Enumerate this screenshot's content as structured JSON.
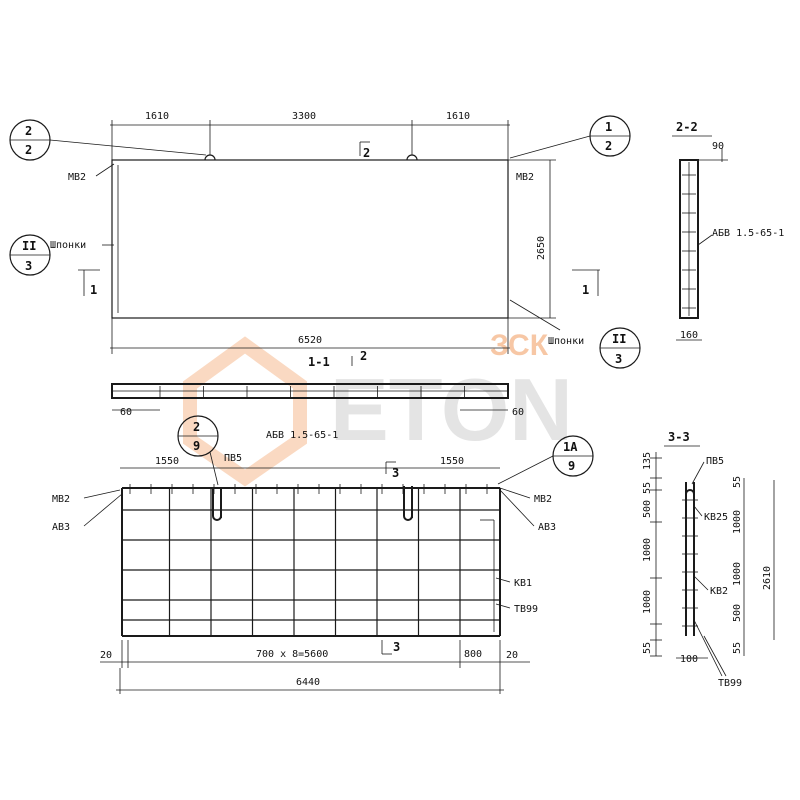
{
  "watermark": {
    "brand": "ETON",
    "prefix": "ЗСК"
  },
  "plan": {
    "dim_left": "1610",
    "dim_mid": "3300",
    "dim_right": "1610",
    "dim_height": "2650",
    "dim_total": "6520",
    "label_mv2_left": "МВ2",
    "label_mv2_right": "МВ2",
    "label_shponki_left": "Шпонки",
    "label_shponki_right": "Шпонки",
    "section_mark": "2",
    "cut_left": "1",
    "cut_right": "1"
  },
  "callouts": {
    "c1_top": "2",
    "c1_bot": "2",
    "c2_top": "1",
    "c2_bot": "2",
    "c3_top": "II",
    "c3_bot": "3",
    "c4_top": "II",
    "c4_bot": "3",
    "c5_top": "2",
    "c5_bot": "9",
    "c6_top": "1А",
    "c6_bot": "9"
  },
  "section_1_1": {
    "title": "1-1",
    "mark": "2",
    "dim_left": "60",
    "dim_right": "60"
  },
  "section_2_2": {
    "title": "2-2",
    "dim_top": "90",
    "dim_bottom": "160",
    "label": "АБВ 1.5-65-1"
  },
  "cage": {
    "label_pv5": "ПВ5",
    "label_abv": "АБВ 1.5-65-1",
    "dim_left": "1550",
    "dim_right": "1550",
    "cut_mark": "3",
    "label_mv2_left": "МВ2",
    "label_av3_left": "АВЗ",
    "label_mv2_right": "МВ2",
    "label_av3_right": "АВЗ",
    "label_kv1": "КВ1",
    "label_tv99": "ТВ99",
    "dim_edge_left": "20",
    "dim_span": "700 х 8=5600",
    "dim_end": "800",
    "dim_edge_right": "20",
    "dim_total": "6440",
    "bottom_mark": "3"
  },
  "section_3_3": {
    "title": "3-3",
    "label_pv5": "ПВ5",
    "label_kv25": "КВ25",
    "label_kv2": "КВ2",
    "label_tv99": "ТВ99",
    "dims_left": [
      "135",
      "55",
      "500",
      "1000",
      "1000",
      "55"
    ],
    "dims_right": [
      "55",
      "1000",
      "1000",
      "500",
      "55"
    ],
    "dim_total": "2610",
    "dim_bottom": "100"
  }
}
